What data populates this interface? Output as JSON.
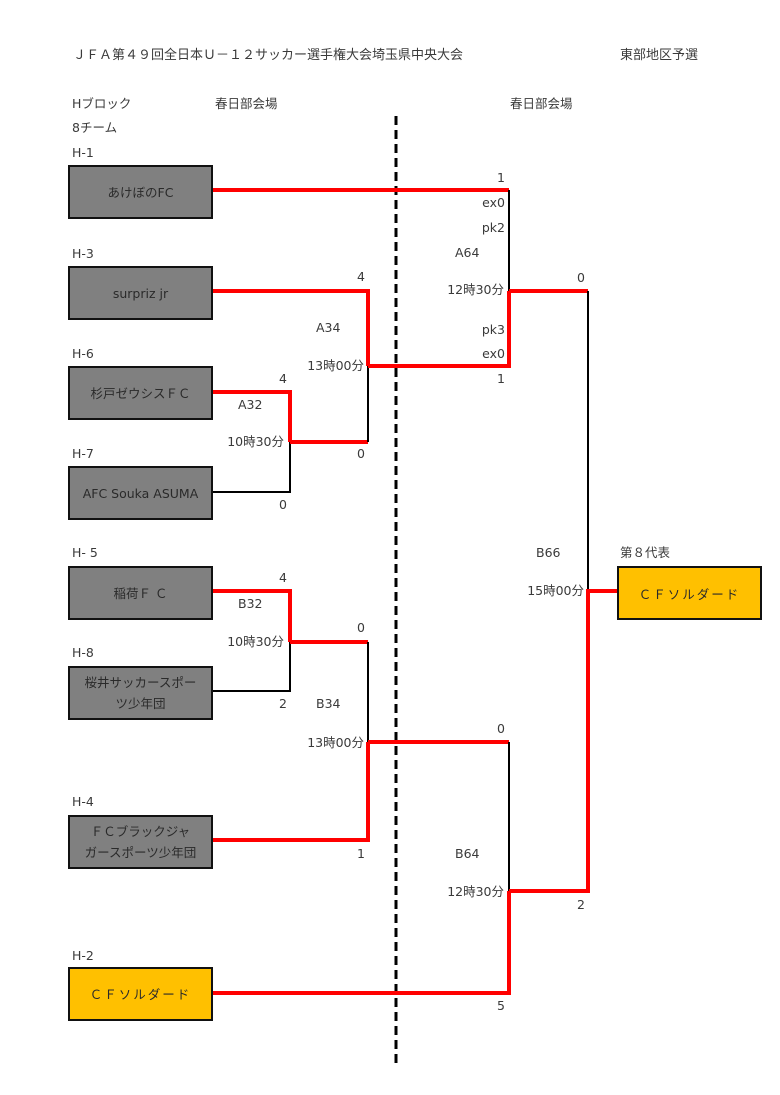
{
  "header": {
    "title": "ＪＦＡ第４９回全日本Ｕ－１２サッカー選手権大会埼玉県中央大会",
    "region": "東部地区予選"
  },
  "block": {
    "name": "Hブロック",
    "teams_count": "8チーム",
    "venue_left": "春日部会場",
    "venue_right": "春日部会場"
  },
  "teams": [
    {
      "seed": "H-1",
      "name": "あけぼのFC",
      "winner": false
    },
    {
      "seed": "H-3",
      "name": "surpriz jr",
      "winner": false
    },
    {
      "seed": "H-6",
      "name": "杉戸ゼウシスＦＣ",
      "winner": false
    },
    {
      "seed": "H-7",
      "name": "AFC Souka ASUMA",
      "winner": false
    },
    {
      "seed": "H- 5",
      "name": "稲荷Ｆ Ｃ",
      "winner": false
    },
    {
      "seed": "H-8",
      "name": "桜井サッカースポーツ少年団",
      "name_lines": [
        "桜井サッカースポー",
        "ツ少年団"
      ],
      "winner": false
    },
    {
      "seed": "H-4",
      "name": "ＦＣブラックジャガースポーツ少年団",
      "name_lines": [
        "ＦＣブラックジャ",
        "ガースポーツ少年団"
      ],
      "winner": false
    },
    {
      "seed": "H-2",
      "name": "ＣＦソルダード",
      "winner": true
    }
  ],
  "matches": {
    "A32": {
      "id": "A32",
      "time": "10時30分",
      "top_score": "4",
      "bottom_score": "0"
    },
    "A34": {
      "id": "A34",
      "time": "13時00分",
      "top_score": "4",
      "bottom_score": "0"
    },
    "A64": {
      "id": "A64",
      "time": "12時30分",
      "top_score": "1",
      "top_ex": "ex0",
      "top_pk": "pk2",
      "bottom_score": "1",
      "bottom_ex": "ex0",
      "bottom_pk": "pk3"
    },
    "B32": {
      "id": "B32",
      "time": "10時30分",
      "top_score": "4",
      "bottom_score": "2"
    },
    "B34": {
      "id": "B34",
      "time": "13時00分",
      "top_score": "0",
      "bottom_score": "1"
    },
    "B64": {
      "id": "B64",
      "time": "12時30分",
      "top_score": "0",
      "bottom_score": "5"
    },
    "B66": {
      "id": "B66",
      "time": "15時00分",
      "top_score": "0",
      "bottom_score": "2"
    }
  },
  "champion": {
    "label": "第８代表",
    "name": "ＣＦソルダード"
  },
  "colors": {
    "winner_line": "#ff0000",
    "loser_line": "#000000",
    "team_box": "#808080",
    "winner_box": "#ffc000"
  }
}
